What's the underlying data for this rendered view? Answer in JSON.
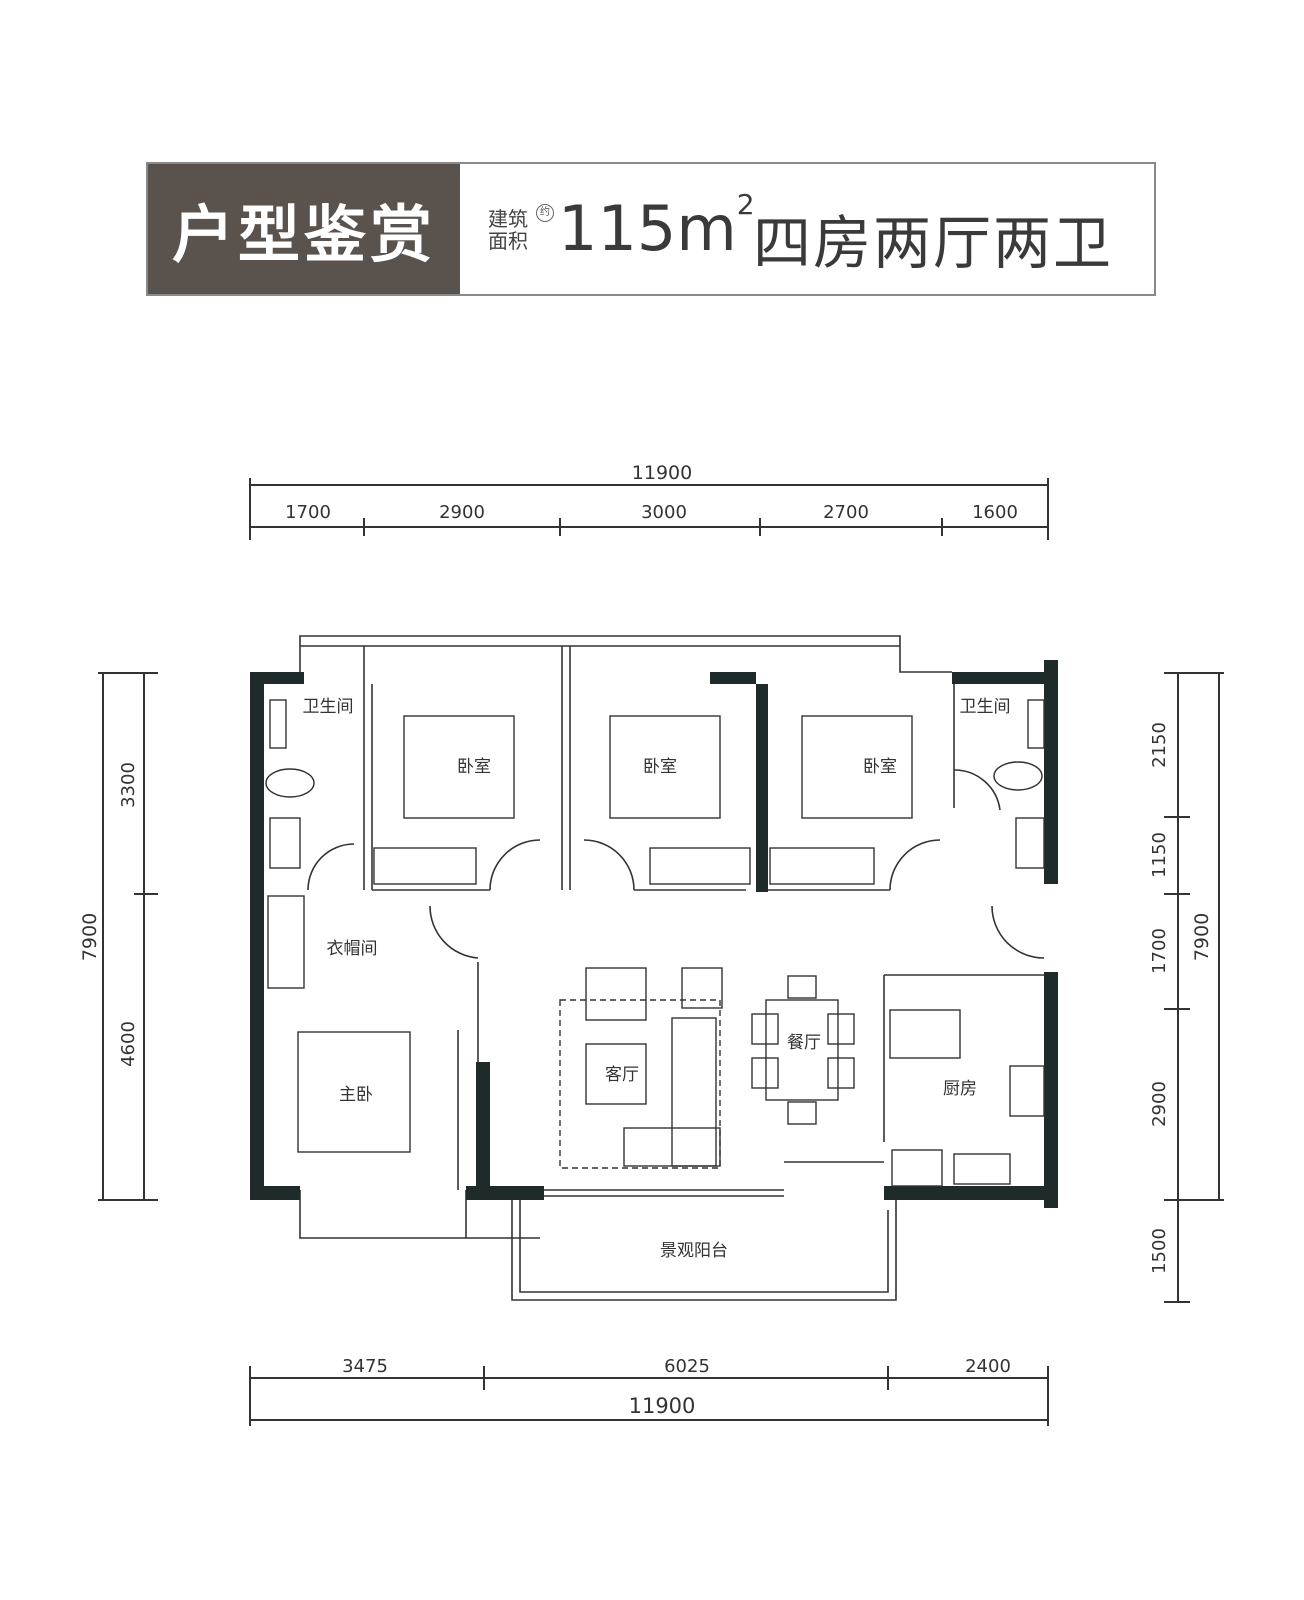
{
  "banner": {
    "title": "户型鉴赏",
    "area_label_line1": "建筑",
    "area_label_line2": "面积",
    "approx": "约",
    "area_value": "115m",
    "area_unit_sup": "2",
    "layout": "四房两厅两卫"
  },
  "dimensions": {
    "top_total": "11900",
    "top_segments": [
      "1700",
      "2900",
      "3000",
      "2700",
      "1600"
    ],
    "bottom_segments": [
      "3475",
      "6025",
      "2400"
    ],
    "bottom_total": "11900",
    "left_segments": [
      "3300",
      "4600"
    ],
    "left_total": "7900",
    "right_segments": [
      "2150",
      "1150",
      "1700",
      "2900",
      "1500"
    ],
    "right_total": "7900"
  },
  "rooms": {
    "bath_left": "卫生间",
    "bath_right": "卫生间",
    "bedroom_1": "卧室",
    "bedroom_2": "卧室",
    "bedroom_3": "卧室",
    "closet": "衣帽间",
    "master": "主卧",
    "living": "客厅",
    "dining": "餐厅",
    "kitchen": "厨房",
    "balcony": "景观阳台"
  },
  "colors": {
    "banner_dark": "#5a524d",
    "wall": "#1f2a2a",
    "line": "#333333"
  }
}
